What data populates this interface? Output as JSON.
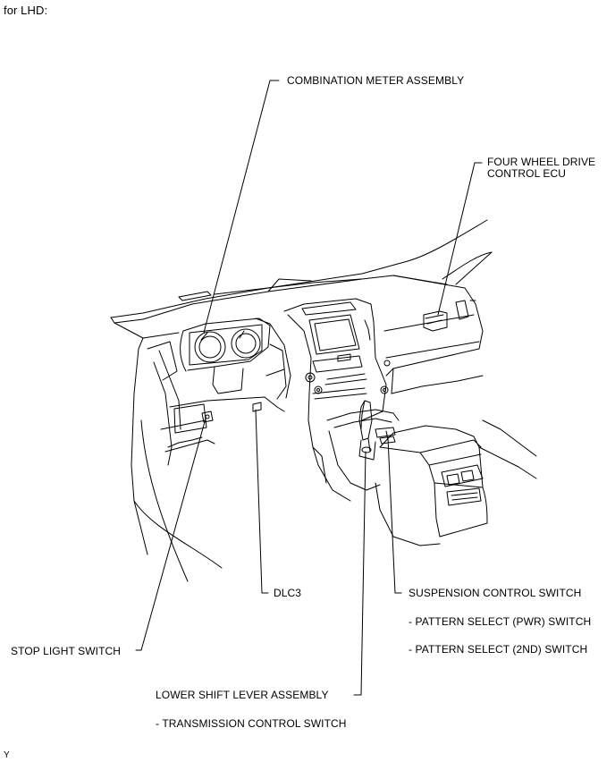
{
  "header": {
    "title": "for LHD:"
  },
  "labels": {
    "combination_meter": "COMBINATION METER ASSEMBLY",
    "four_wheel_drive_line1": "FOUR WHEEL DRIVE",
    "four_wheel_drive_line2": "CONTROL ECU",
    "dlc3": "DLC3",
    "suspension_control_switch": "SUSPENSION CONTROL SWITCH",
    "pattern_select_pwr": "- PATTERN SELECT (PWR) SWITCH",
    "pattern_select_2nd": "- PATTERN SELECT (2ND) SWITCH",
    "stop_light_switch": "STOP LIGHT SWITCH",
    "lower_shift_lever": "LOWER SHIFT LEVER ASSEMBLY",
    "transmission_control_switch": "- TRANSMISSION CONTROL SWITCH"
  },
  "footer": {
    "code": "Y"
  }
}
